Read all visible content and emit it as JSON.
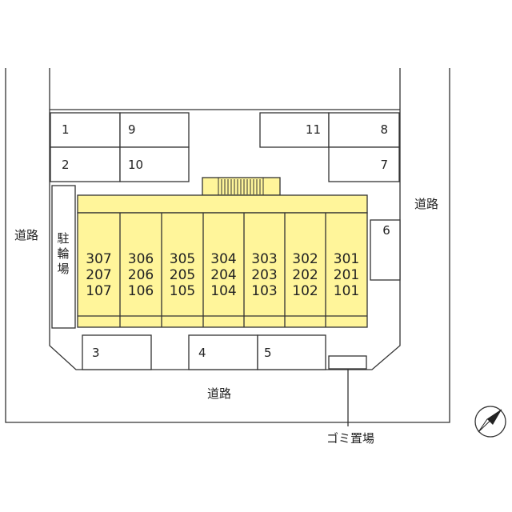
{
  "roads": {
    "left": "道路",
    "right": "道路",
    "bottom": "道路"
  },
  "parking_label": [
    "駐",
    "輪",
    "場"
  ],
  "garbage_label": "ゴミ置場",
  "parking_spaces": [
    "1",
    "9",
    "2",
    "10",
    "11",
    "8",
    "7",
    "6",
    "3",
    "4",
    "5"
  ],
  "units": [
    [
      "307",
      "207",
      "107"
    ],
    [
      "306",
      "206",
      "106"
    ],
    [
      "305",
      "205",
      "105"
    ],
    [
      "304",
      "204",
      "104"
    ],
    [
      "303",
      "203",
      "103"
    ],
    [
      "302",
      "202",
      "102"
    ],
    [
      "301",
      "201",
      "101"
    ]
  ],
  "compass_icon": "north-arrow-icon",
  "colors": {
    "building": "#fff59a"
  }
}
